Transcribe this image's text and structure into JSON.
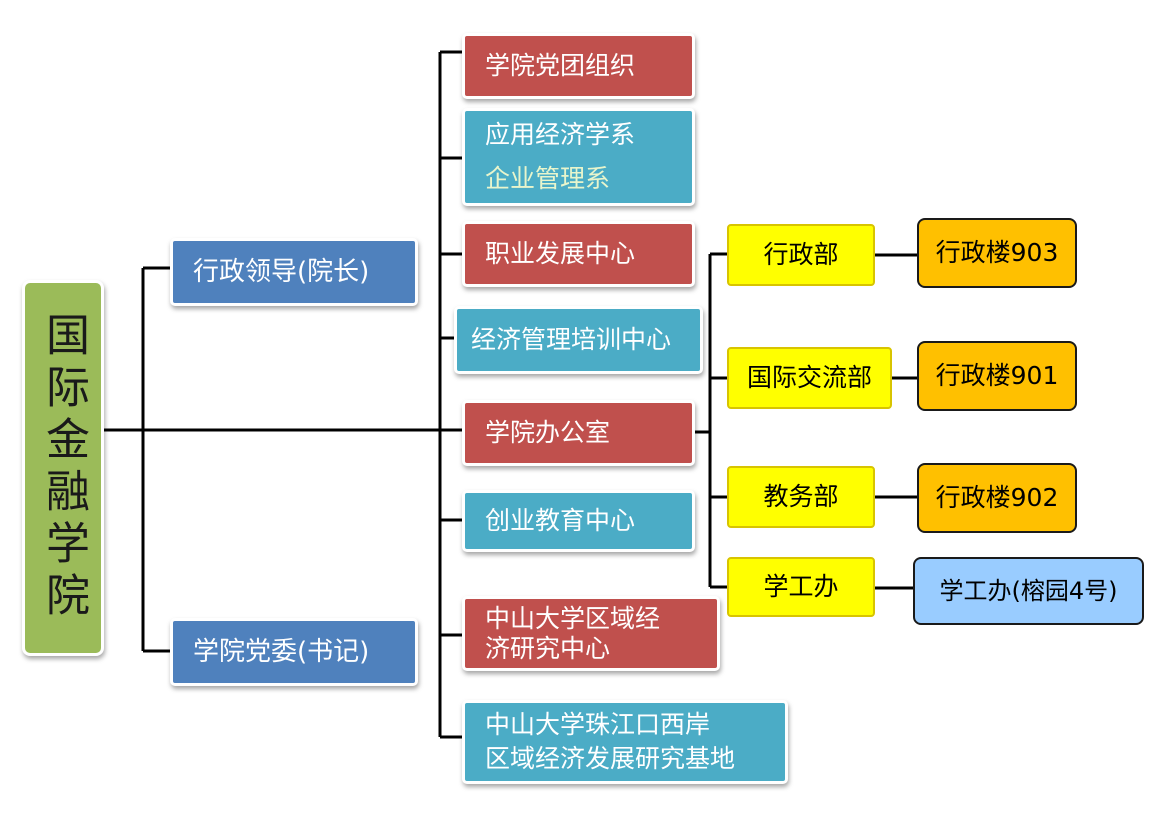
{
  "root": "国际金融学院",
  "leaders": [
    "行政领导(院长)",
    "学院党委(书记)"
  ],
  "units": {
    "party_org": "学院党团组织",
    "dept_1": "应用经济学系",
    "dept_2": "企业管理系",
    "career_center": "职业发展中心",
    "training_center": "经济管理培训中心",
    "office": "学院办公室",
    "entrepreneurship": "创业教育中心",
    "regional_line1": "中山大学区域经",
    "regional_line2": "济研究中心",
    "base_line1": "中山大学珠江口西岸",
    "base_line2": "区域经济发展研究基地"
  },
  "office_depts": [
    {
      "name": "行政部",
      "location": "行政楼903"
    },
    {
      "name": "国际交流部",
      "location": "行政楼901"
    },
    {
      "name": "教务部",
      "location": "行政楼902"
    },
    {
      "name": "学工办",
      "location": "学工办(榕园4号)"
    }
  ],
  "colors": {
    "root": "#9bbb59",
    "leader": "#4f81bd",
    "red_unit": "#c0504d",
    "teal_unit": "#4bacc6",
    "dept": "#ffff00",
    "location": "#ffc000",
    "location_alt": "#99ccff"
  }
}
